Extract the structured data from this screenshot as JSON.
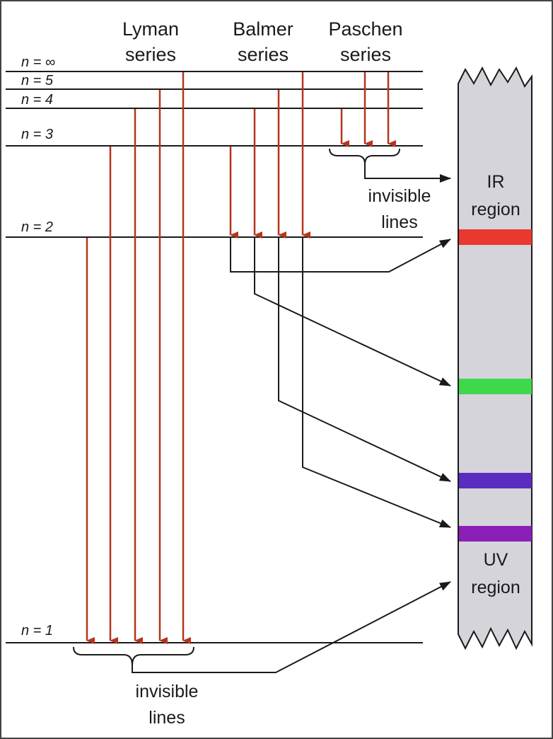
{
  "series_labels": {
    "lyman": [
      "Lyman",
      "series"
    ],
    "balmer": [
      "Balmer",
      "series"
    ],
    "paschen": [
      "Paschen",
      "series"
    ]
  },
  "levels": [
    {
      "id": "inf",
      "label": "n = ∞"
    },
    {
      "id": "5",
      "label": "n = 5"
    },
    {
      "id": "4",
      "label": "n = 4"
    },
    {
      "id": "3",
      "label": "n = 3"
    },
    {
      "id": "2",
      "label": "n = 2"
    },
    {
      "id": "1",
      "label": "n = 1"
    }
  ],
  "notes": {
    "paschen_invisible": [
      "invisible",
      "lines"
    ],
    "lyman_invisible": [
      "invisible",
      "lines"
    ]
  },
  "spectrum": {
    "ir_region": [
      "IR",
      "region"
    ],
    "uv_region": [
      "UV",
      "region"
    ],
    "bands": [
      {
        "id": "red",
        "color": "#e8382f"
      },
      {
        "id": "green",
        "color": "#3fd84a"
      },
      {
        "id": "blue-violet",
        "color": "#5a2dc0"
      },
      {
        "id": "violet",
        "color": "#8a1fb8"
      }
    ]
  },
  "colors": {
    "transition_arrow": "#b5351d",
    "level_line": "#1a1a1a",
    "connector": "#1a1a1a",
    "strip_fill": "#d4d4da"
  }
}
